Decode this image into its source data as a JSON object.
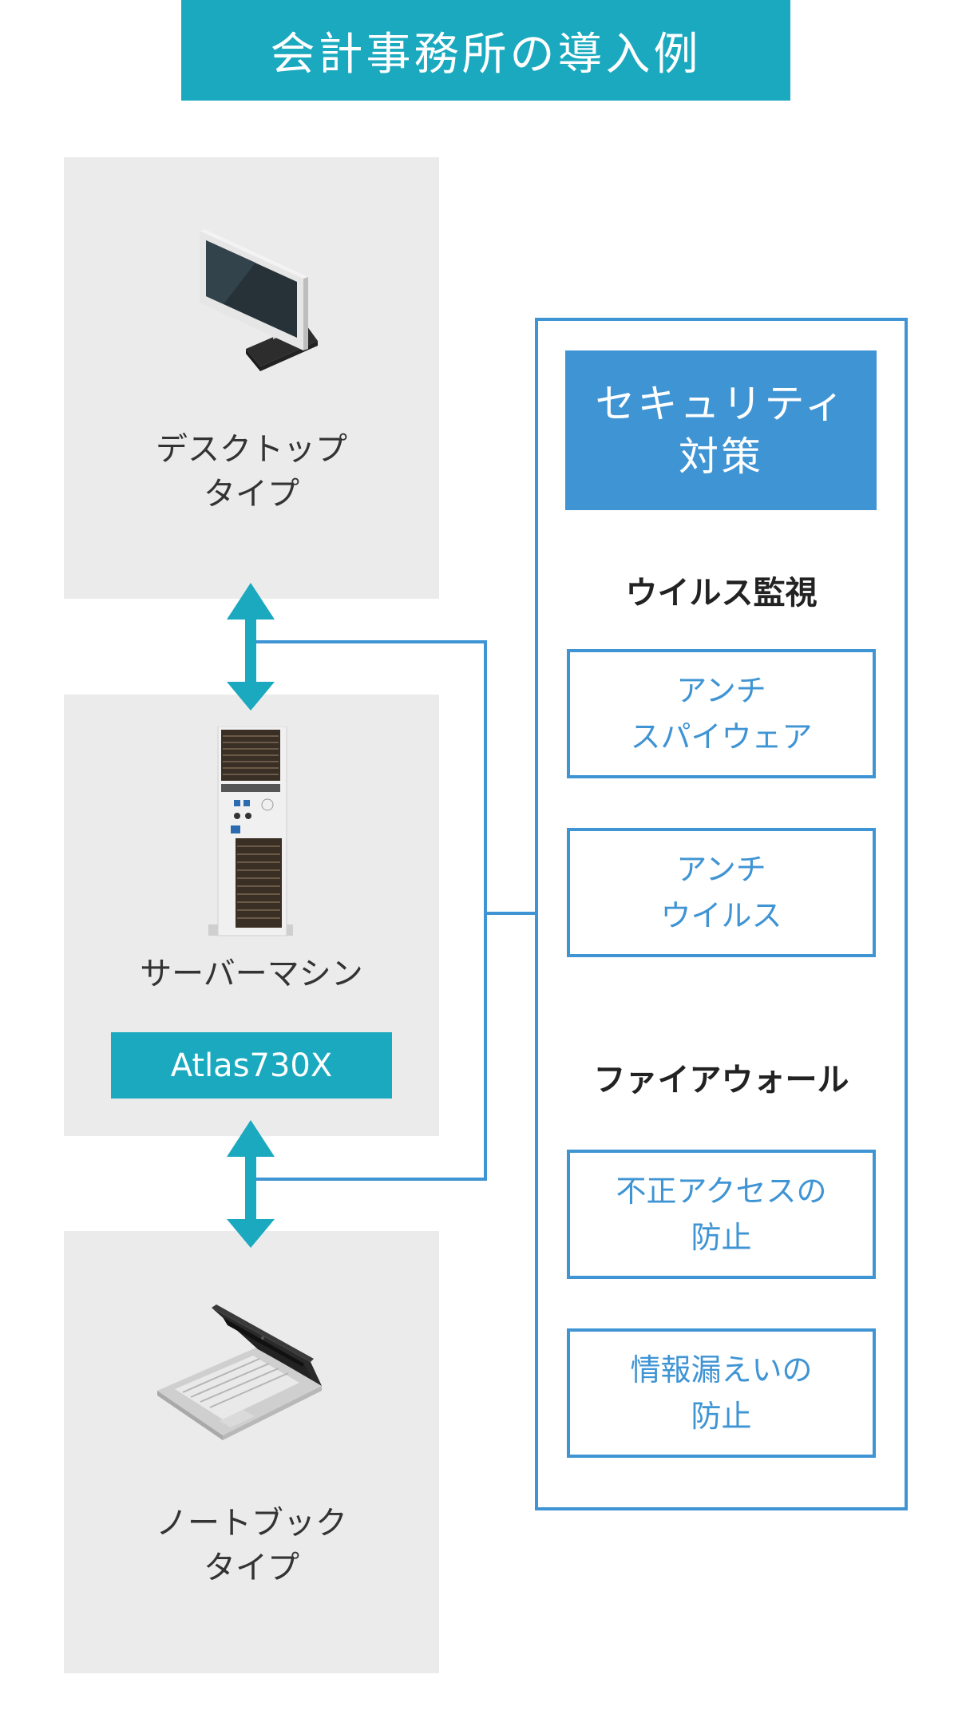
{
  "title": "会計事務所の導入例",
  "devices": {
    "desktop": {
      "label": "デスクトップ\nタイプ",
      "icon": "desktop-monitor-icon"
    },
    "server": {
      "label": "サーバーマシン",
      "model": "Atlas730X",
      "icon": "tower-server-icon"
    },
    "notebook": {
      "label": "ノートブック\nタイプ",
      "icon": "laptop-icon"
    }
  },
  "security": {
    "header": "セキュリティ\n対策",
    "virus_monitoring": {
      "heading": "ウイルス監視",
      "items": [
        "アンチ\nスパイウェア",
        "アンチ\nウイルス"
      ]
    },
    "firewall": {
      "heading": "ファイアウォール",
      "items": [
        "不正アクセスの\n防止",
        "情報漏えいの\n防止"
      ]
    }
  },
  "colors": {
    "teal_accent": "#1aa9bf",
    "blue_accent": "#3f94d4",
    "panel_gray": "#ebebeb",
    "text_dark": "#333333"
  }
}
